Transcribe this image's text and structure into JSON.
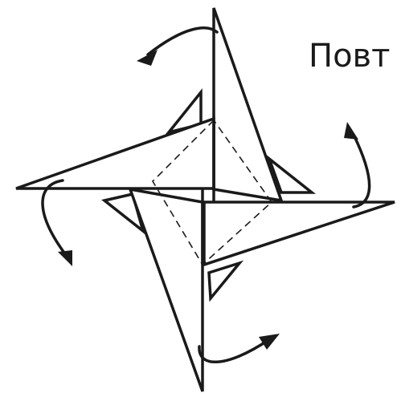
{
  "caption": "Повт",
  "arrows": [
    {
      "name": "arrow-top",
      "direction": "counterclockwise"
    },
    {
      "name": "arrow-right",
      "direction": "counterclockwise"
    },
    {
      "name": "arrow-bottom",
      "direction": "counterclockwise"
    },
    {
      "name": "arrow-left",
      "direction": "counterclockwise"
    }
  ]
}
